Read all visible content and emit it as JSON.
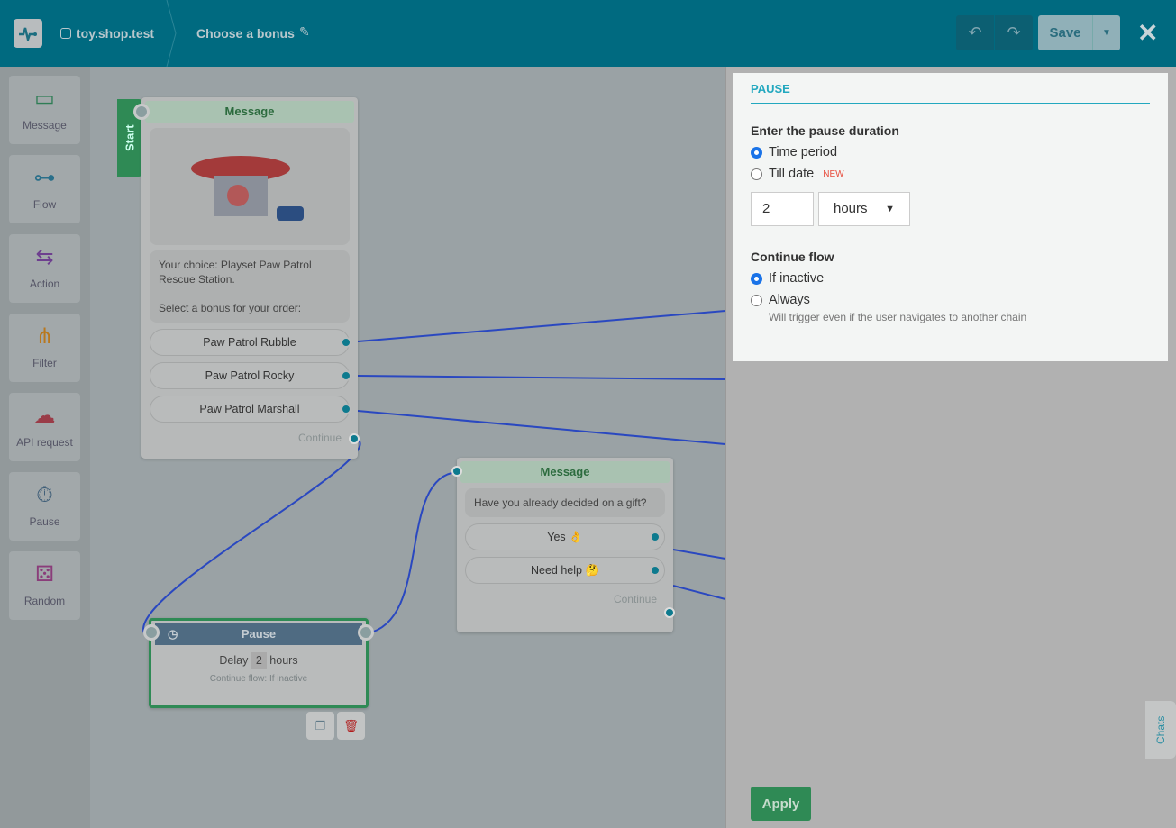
{
  "header": {
    "account": "toy.shop.test",
    "flow_title": "Choose a bonus",
    "save_label": "Save",
    "close": "✕",
    "undo": "↶",
    "redo": "↷"
  },
  "toolbox": [
    {
      "label": "Message",
      "icon": "message-icon"
    },
    {
      "label": "Flow",
      "icon": "flow-icon"
    },
    {
      "label": "Action",
      "icon": "action-icon"
    },
    {
      "label": "Filter",
      "icon": "filter-icon"
    },
    {
      "label": "API request",
      "icon": "cloud-icon"
    },
    {
      "label": "Pause",
      "icon": "stopwatch-icon"
    },
    {
      "label": "Random",
      "icon": "dice-icon"
    }
  ],
  "canvas": {
    "start_label": "Start",
    "node1": {
      "title": "Message",
      "text1": "Your choice: Playset Paw Patrol Rescue Station.",
      "text2": "Select a bonus for your order:",
      "buttons": [
        "Paw Patrol Rubble",
        "Paw Patrol Rocky",
        "Paw Patrol Marshall"
      ],
      "continue": "Continue"
    },
    "node2": {
      "title": "Message",
      "text": "Have you already decided on a gift?",
      "buttons": [
        "Yes 👌",
        "Need help 🤔"
      ],
      "continue": "Continue"
    },
    "pause": {
      "title": "Pause",
      "delay_label": "Delay",
      "delay_value": "2",
      "delay_unit": "hours",
      "continue_flow": "Continue flow: If inactive"
    }
  },
  "panel": {
    "title": "PAUSE",
    "duration_label": "Enter the pause duration",
    "options": [
      "Time period",
      "Till date"
    ],
    "new_badge": "NEW",
    "value": "2",
    "unit": "hours",
    "continue_label": "Continue flow",
    "continue_options": [
      "If inactive",
      "Always"
    ],
    "hint": "Will trigger even if the user navigates to another chain",
    "apply": "Apply",
    "chats": "Chats"
  }
}
